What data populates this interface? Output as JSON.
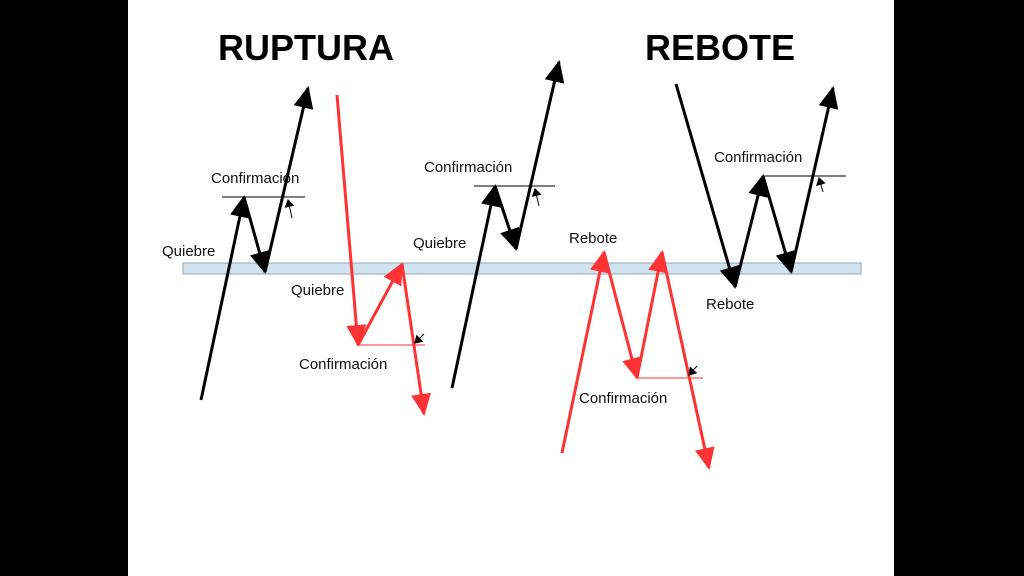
{
  "slide": {
    "titles": {
      "breakout": "RUPTURA",
      "bounce": "REBOTE"
    },
    "labels": {
      "break_up_quiebre": "Quiebre",
      "break_up_confirm": "Confirmación",
      "break_down_quiebre": "Quiebre",
      "break_down_confirm": "Confirmación",
      "break_up2_quiebre": "Quiebre",
      "break_up2_confirm": "Confirmación",
      "bounce_down_rebote": "Rebote",
      "bounce_down_confirm": "Confirmación",
      "bounce_up_rebote": "Rebote",
      "bounce_up_confirm": "Confirmación"
    },
    "colors": {
      "bullish": "#000000",
      "bearish": "#ff3333",
      "level_fill": "#cfe3f1",
      "level_stroke": "#9aa7b0"
    }
  }
}
